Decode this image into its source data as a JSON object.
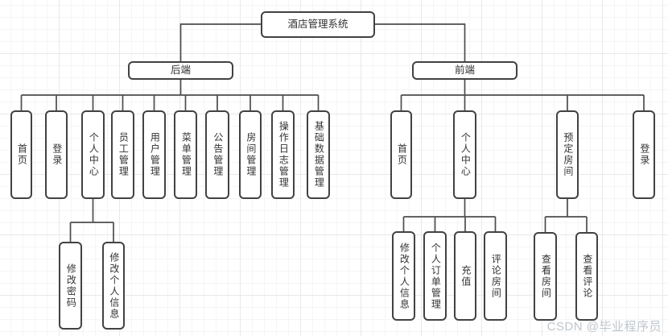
{
  "diagram": {
    "title": "酒店管理系统",
    "nodes": {
      "root": "酒店管理系统",
      "backend": "后端",
      "frontend": "前端",
      "backend_children": [
        "首页",
        "登录",
        "个人中心",
        "员工管理",
        "用户管理",
        "菜单管理",
        "公告管理",
        "房间管理",
        "操作日志管理",
        "基础数据管理"
      ],
      "backend_personal_children": [
        "修改密码",
        "修改个人信息"
      ],
      "frontend_children": [
        "首页",
        "个人中心",
        "预定房间",
        "登录"
      ],
      "frontend_personal_children": [
        "修改个人信息",
        "个人订单管理",
        "充值",
        "评论房间"
      ],
      "frontend_book_children": [
        "查看房间",
        "查看评论"
      ]
    },
    "colors": {
      "node_border": "#424242",
      "node_fill": "#ffffff",
      "connector": "#4d4d4d",
      "text": "#333333",
      "grid_minor": "#f5f5f5",
      "grid_major": "#e9e9e9"
    }
  },
  "watermark": {
    "text": "CSDN @毕业程序员"
  }
}
